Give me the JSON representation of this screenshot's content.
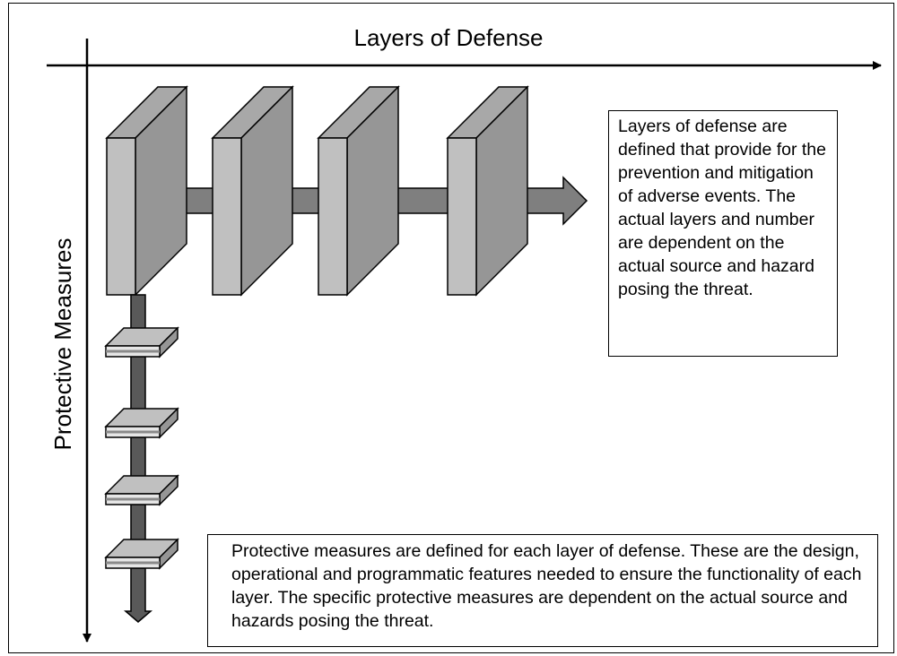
{
  "diagram": {
    "x_axis_label": "Layers of Defense",
    "y_axis_label": "Protective Measures",
    "layers_description": "Layers of defense are defined that provide for the prevention and mitigation of adverse events. The actual layers and number are dependent on the actual source and hazard posing the threat.",
    "measures_description": "Protective measures are defined for each layer of defense. These are the design, operational and programmatic features needed to ensure the functionality of each layer. The specific protective measures are dependent on the actual source and hazards posing the threat.",
    "layer_count": 4,
    "measure_count": 4,
    "colors": {
      "panel_front": "#c0c0c0",
      "panel_side": "#969696",
      "panel_top": "#a8a8a8",
      "connector": "#7f7f7f",
      "stem": "#595959",
      "line": "#000000"
    }
  }
}
